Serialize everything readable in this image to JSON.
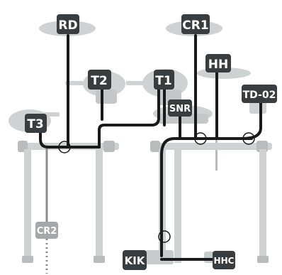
{
  "labels": {
    "rd": "RD",
    "cr1": "CR1",
    "t2": "T2",
    "t1": "T1",
    "hh": "HH",
    "td02": "TD-02",
    "snr": "SNR",
    "t3": "T3",
    "cr2": "CR2",
    "kik": "KIK",
    "hhc": "HHC"
  },
  "colors": {
    "cable": "#1a1a1a",
    "hardware": "#cfd2d3",
    "hardware_dark": "#b9bcbd",
    "label_dark": "#3a3d40",
    "label_light": "#a5a8aa"
  }
}
